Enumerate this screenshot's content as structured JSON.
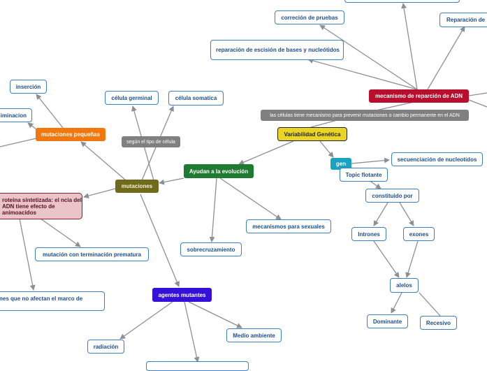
{
  "nodes": {
    "top_cut": "",
    "correcion": "correción de pruebas",
    "reparacion_de": "Reparación de",
    "escision": "reparación de escisión de bases y nucleótidos",
    "mecanismo": "mecanismo de reparción de ADN",
    "celula_germinal": "célula germinal",
    "celula_somatica": "célula somatica",
    "insercion": "inserción",
    "eliminacion": "eliminacion",
    "mutaciones_pequenas": "mutaciones pequeñas",
    "variabilidad": "Variabilidad Genética",
    "gen": "gen",
    "topic_flotante": "Topic flotante",
    "secuenciacion": "secuenciación de nucleotidos",
    "ayudan": "Ayudan a la evolución",
    "mutaciones": "mutaciones",
    "proteina": "roteina sintetizada: el ncia del ADN tiene efecto de animoacidos",
    "constituido": "constituido por",
    "mecanismos_sexuales": "mecanismos para sexuales",
    "intrones": "Intrones",
    "exones": "exones",
    "sobrecruzamiento": "sobrecruzamiento",
    "terminacion": "mutación con terminación prematura",
    "alelos": "alelos",
    "no_afectan": "nes que no afectan el marco de",
    "agentes": "agentes mutantes",
    "dominante": "Dominante",
    "recesivo": "Recesivo",
    "medio_ambiente": "Medio ambiente",
    "radiacion": "radiación",
    "bottom_cut": ""
  },
  "labels": {
    "tipo_celula": "según el tipo de célula",
    "celulas_mecanismo": "las células tiene mecanismo para prevenir mutaciones o cambio permanente en el ADN"
  },
  "colors": {
    "edge": "#8c8f96",
    "blue_border": "#3a7fc4",
    "yellow": "#ead526",
    "teal": "#1aa3c0",
    "olive": "#6f6a1c",
    "orange": "#f0780e",
    "green": "#1f7a32",
    "indigo": "#3510d8",
    "crimson": "#b80f2f"
  }
}
